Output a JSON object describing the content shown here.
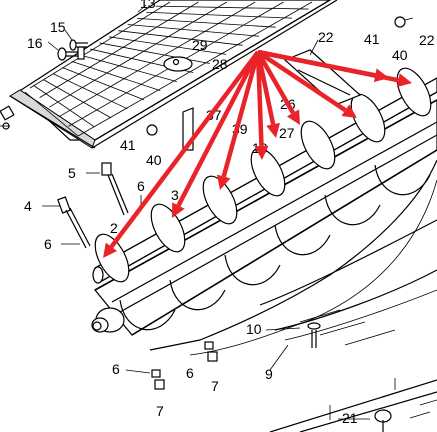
{
  "diagram": {
    "callouts": {
      "c2": "2",
      "c3": "3",
      "c4": "4",
      "c5": "5",
      "c6a": "6",
      "c6b": "6",
      "c6c": "6",
      "c6d": "6",
      "c7a": "7",
      "c7b": "7",
      "c9": "9",
      "c10": "10",
      "c13": "13",
      "c15": "15",
      "c16": "16",
      "c18": "18",
      "c21": "21",
      "c22a": "22",
      "c22b": "22",
      "c26": "26",
      "c27": "27",
      "c28": "28",
      "c29": "29",
      "c37": "37",
      "c39": "39",
      "c40a": "40",
      "c40b": "40",
      "c41a": "41",
      "c41b": "41"
    },
    "arrow_color": "#e8232a",
    "arrow_count": 9
  }
}
